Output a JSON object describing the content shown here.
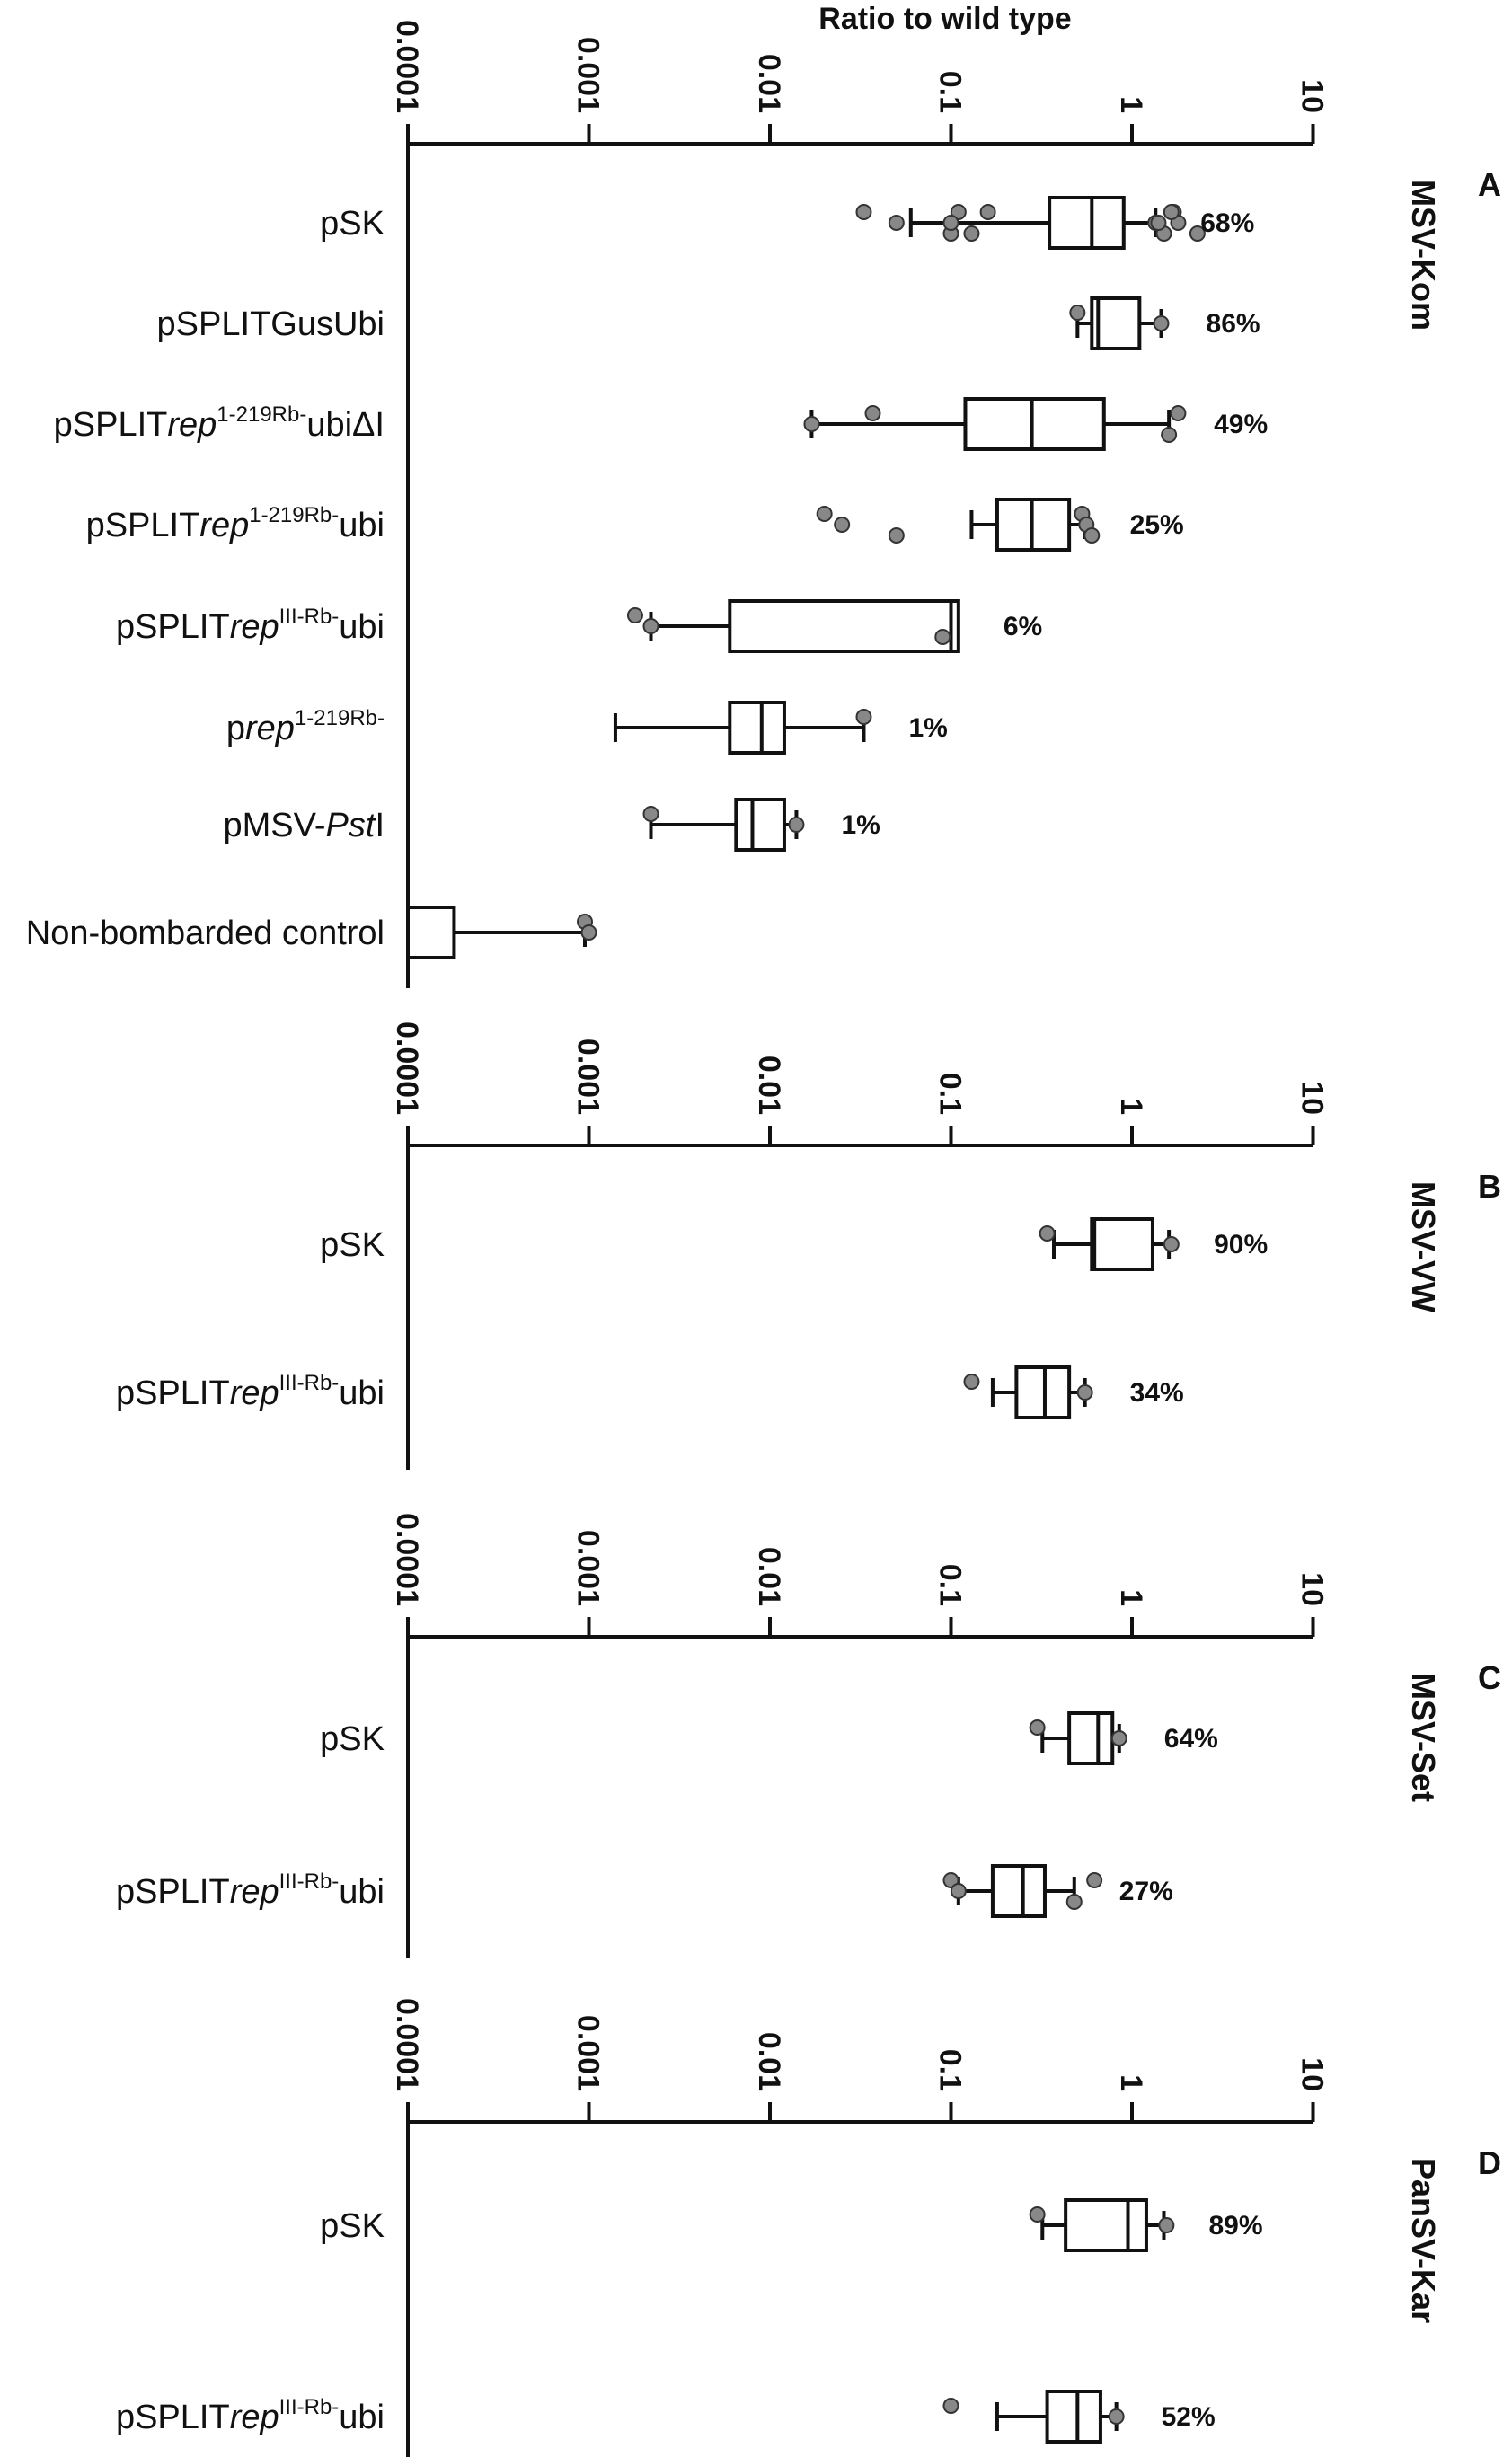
{
  "chart_data": {
    "type": "box",
    "title": "Ratio to wild type",
    "scale": "log10",
    "xlim": [
      0.0001,
      10
    ],
    "ticks": [
      "0.0001",
      "0.001",
      "0.01",
      "0.1",
      "1",
      "10"
    ],
    "panels": [
      {
        "letter": "A",
        "name": "MSV-Kom",
        "categories": [
          {
            "label": {
              "pre": "pSK",
              "ital": "",
              "sup": "",
              "post": ""
            },
            "whisker_low": 0.06,
            "q1": 0.35,
            "median": 0.6,
            "q3": 0.9,
            "whisker_high": 1.35,
            "points": [
              0.033,
              0.05,
              0.1,
              0.11,
              0.1,
              0.13,
              0.16,
              1.35,
              1.5,
              1.7,
              1.8,
              2.3,
              1.65,
              1.4
            ],
            "percent": "68%"
          },
          {
            "label": {
              "pre": "pSPLITGusUbi",
              "ital": "",
              "sup": "",
              "post": ""
            },
            "whisker_low": 0.5,
            "q1": 0.6,
            "median": 0.65,
            "q3": 1.1,
            "whisker_high": 1.45,
            "points": [
              0.5,
              1.45
            ],
            "percent": "86%"
          },
          {
            "label": {
              "pre": "pSPLIT",
              "ital": "rep",
              "sup": "1-219Rb-",
              "post": "ubiΔI"
            },
            "whisker_low": 0.017,
            "q1": 0.12,
            "median": 0.28,
            "q3": 0.7,
            "whisker_high": 1.6,
            "points": [
              0.037,
              0.017,
              1.6,
              1.8
            ],
            "percent": "49%"
          },
          {
            "label": {
              "pre": "pSPLIT",
              "ital": "rep",
              "sup": "1-219Rb-",
              "post": "ubi"
            },
            "whisker_low": 0.13,
            "q1": 0.18,
            "median": 0.28,
            "q3": 0.45,
            "whisker_high": 0.55,
            "points": [
              0.02,
              0.025,
              0.05,
              0.53,
              0.56,
              0.6
            ],
            "percent": "25%"
          },
          {
            "label": {
              "pre": "pSPLIT",
              "ital": "rep",
              "sup": "III-Rb-",
              "post": "ubi"
            },
            "whisker_low": 0.0022,
            "q1": 0.006,
            "median": 0.1,
            "q3": 0.11,
            "whisker_high": 0.09,
            "points": [
              0.0018,
              0.0022,
              0.09
            ],
            "percent": "6%"
          },
          {
            "label": {
              "pre": "p",
              "ital": "rep",
              "sup": "1-219Rb-",
              "post": ""
            },
            "whisker_low": 0.0014,
            "q1": 0.006,
            "median": 0.009,
            "q3": 0.012,
            "whisker_high": 0.033,
            "points": [
              0.033
            ],
            "percent": "1%"
          },
          {
            "label": {
              "pre": "pMSV-",
              "ital": "Pst",
              "sup": "",
              "post": "I"
            },
            "whisker_low": 0.0022,
            "q1": 0.0065,
            "median": 0.008,
            "q3": 0.012,
            "whisker_high": 0.014,
            "points": [
              0.0022,
              0.014
            ],
            "percent": "1%"
          },
          {
            "label": {
              "pre": "Non-bombarded control",
              "ital": "",
              "sup": "",
              "post": ""
            },
            "whisker_low": 0.0001,
            "q1": 0.0001,
            "median": 0.0001,
            "q3": 0.00018,
            "whisker_high": 0.00095,
            "points": [
              0.00095,
              0.001
            ],
            "percent": ""
          }
        ]
      },
      {
        "letter": "B",
        "name": "MSV-VW",
        "categories": [
          {
            "label": {
              "pre": "pSK",
              "ital": "",
              "sup": "",
              "post": ""
            },
            "whisker_low": 0.37,
            "q1": 0.6,
            "median": 0.62,
            "q3": 1.3,
            "whisker_high": 1.6,
            "points": [
              0.34,
              1.65
            ],
            "percent": "90%"
          },
          {
            "label": {
              "pre": "pSPLIT",
              "ital": "rep",
              "sup": "III-Rb-",
              "post": "ubi"
            },
            "whisker_low": 0.17,
            "q1": 0.23,
            "median": 0.33,
            "q3": 0.45,
            "whisker_high": 0.55,
            "points": [
              0.13,
              0.55
            ],
            "percent": "34%"
          }
        ]
      },
      {
        "letter": "C",
        "name": "MSV-Set",
        "categories": [
          {
            "label": {
              "pre": "pSK",
              "ital": "",
              "sup": "",
              "post": ""
            },
            "whisker_low": 0.32,
            "q1": 0.45,
            "median": 0.65,
            "q3": 0.78,
            "whisker_high": 0.85,
            "points": [
              0.3,
              0.85
            ],
            "percent": "64%"
          },
          {
            "label": {
              "pre": "pSPLIT",
              "ital": "rep",
              "sup": "III-Rb-",
              "post": "ubi"
            },
            "whisker_low": 0.11,
            "q1": 0.17,
            "median": 0.25,
            "q3": 0.33,
            "whisker_high": 0.48,
            "points": [
              0.1,
              0.11,
              0.48,
              0.62
            ],
            "percent": "27%"
          }
        ]
      },
      {
        "letter": "D",
        "name": "PanSV-Kar",
        "categories": [
          {
            "label": {
              "pre": "pSK",
              "ital": "",
              "sup": "",
              "post": ""
            },
            "whisker_low": 0.32,
            "q1": 0.43,
            "median": 0.95,
            "q3": 1.2,
            "whisker_high": 1.5,
            "points": [
              0.3,
              1.55
            ],
            "percent": "89%"
          },
          {
            "label": {
              "pre": "pSPLIT",
              "ital": "rep",
              "sup": "III-Rb-",
              "post": "ubi"
            },
            "whisker_low": 0.18,
            "q1": 0.34,
            "median": 0.5,
            "q3": 0.67,
            "whisker_high": 0.82,
            "points": [
              0.1,
              0.82
            ],
            "percent": "52%"
          }
        ]
      }
    ]
  }
}
